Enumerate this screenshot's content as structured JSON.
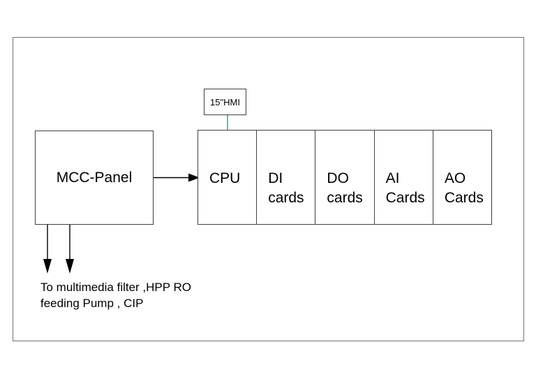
{
  "diagram": {
    "hmi_box": {
      "label": "15\"HMI"
    },
    "mcc_box": {
      "label": "MCC-Panel"
    },
    "rack": {
      "cards": [
        {
          "line1": "CPU",
          "line2": ""
        },
        {
          "line1": "DI",
          "line2": "cards"
        },
        {
          "line1": "DO",
          "line2": "cards"
        },
        {
          "line1": "AI",
          "line2": "Cards"
        },
        {
          "line1": "AO",
          "line2": "Cards"
        }
      ]
    },
    "note": {
      "line1": "To multimedia filter ,HPP RO",
      "line2": "feeding Pump , CIP"
    },
    "colors": {
      "hmi_connector_green": "#5ec786",
      "arrow_black": "#000000",
      "box_border": "#404040",
      "frame_border": "#737373"
    }
  }
}
